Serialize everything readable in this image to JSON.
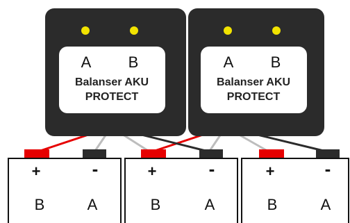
{
  "balancers": [
    {
      "label_a": "A",
      "label_b": "B",
      "title_line1": "Balanser AKU",
      "title_line2": "PROTECT",
      "led_color": "#f2e300",
      "body_color": "#2b2b2b"
    },
    {
      "label_a": "A",
      "label_b": "B",
      "title_line1": "Balanser AKU",
      "title_line2": "PROTECT",
      "led_color": "#f2e300",
      "body_color": "#2b2b2b"
    }
  ],
  "batteries": [
    {
      "plus": "+",
      "minus": "-",
      "label_left": "B",
      "label_right": "A"
    },
    {
      "plus": "+",
      "minus": "-",
      "label_left": "B",
      "label_right": "A"
    },
    {
      "plus": "+",
      "minus": "-",
      "label_left": "B",
      "label_right": "A"
    }
  ],
  "colors": {
    "positive_terminal": "#e60000",
    "negative_terminal": "#2b2b2b",
    "wire_red": "#e60000",
    "wire_black": "#2b2b2b",
    "wire_gray": "#bdbdbd"
  }
}
